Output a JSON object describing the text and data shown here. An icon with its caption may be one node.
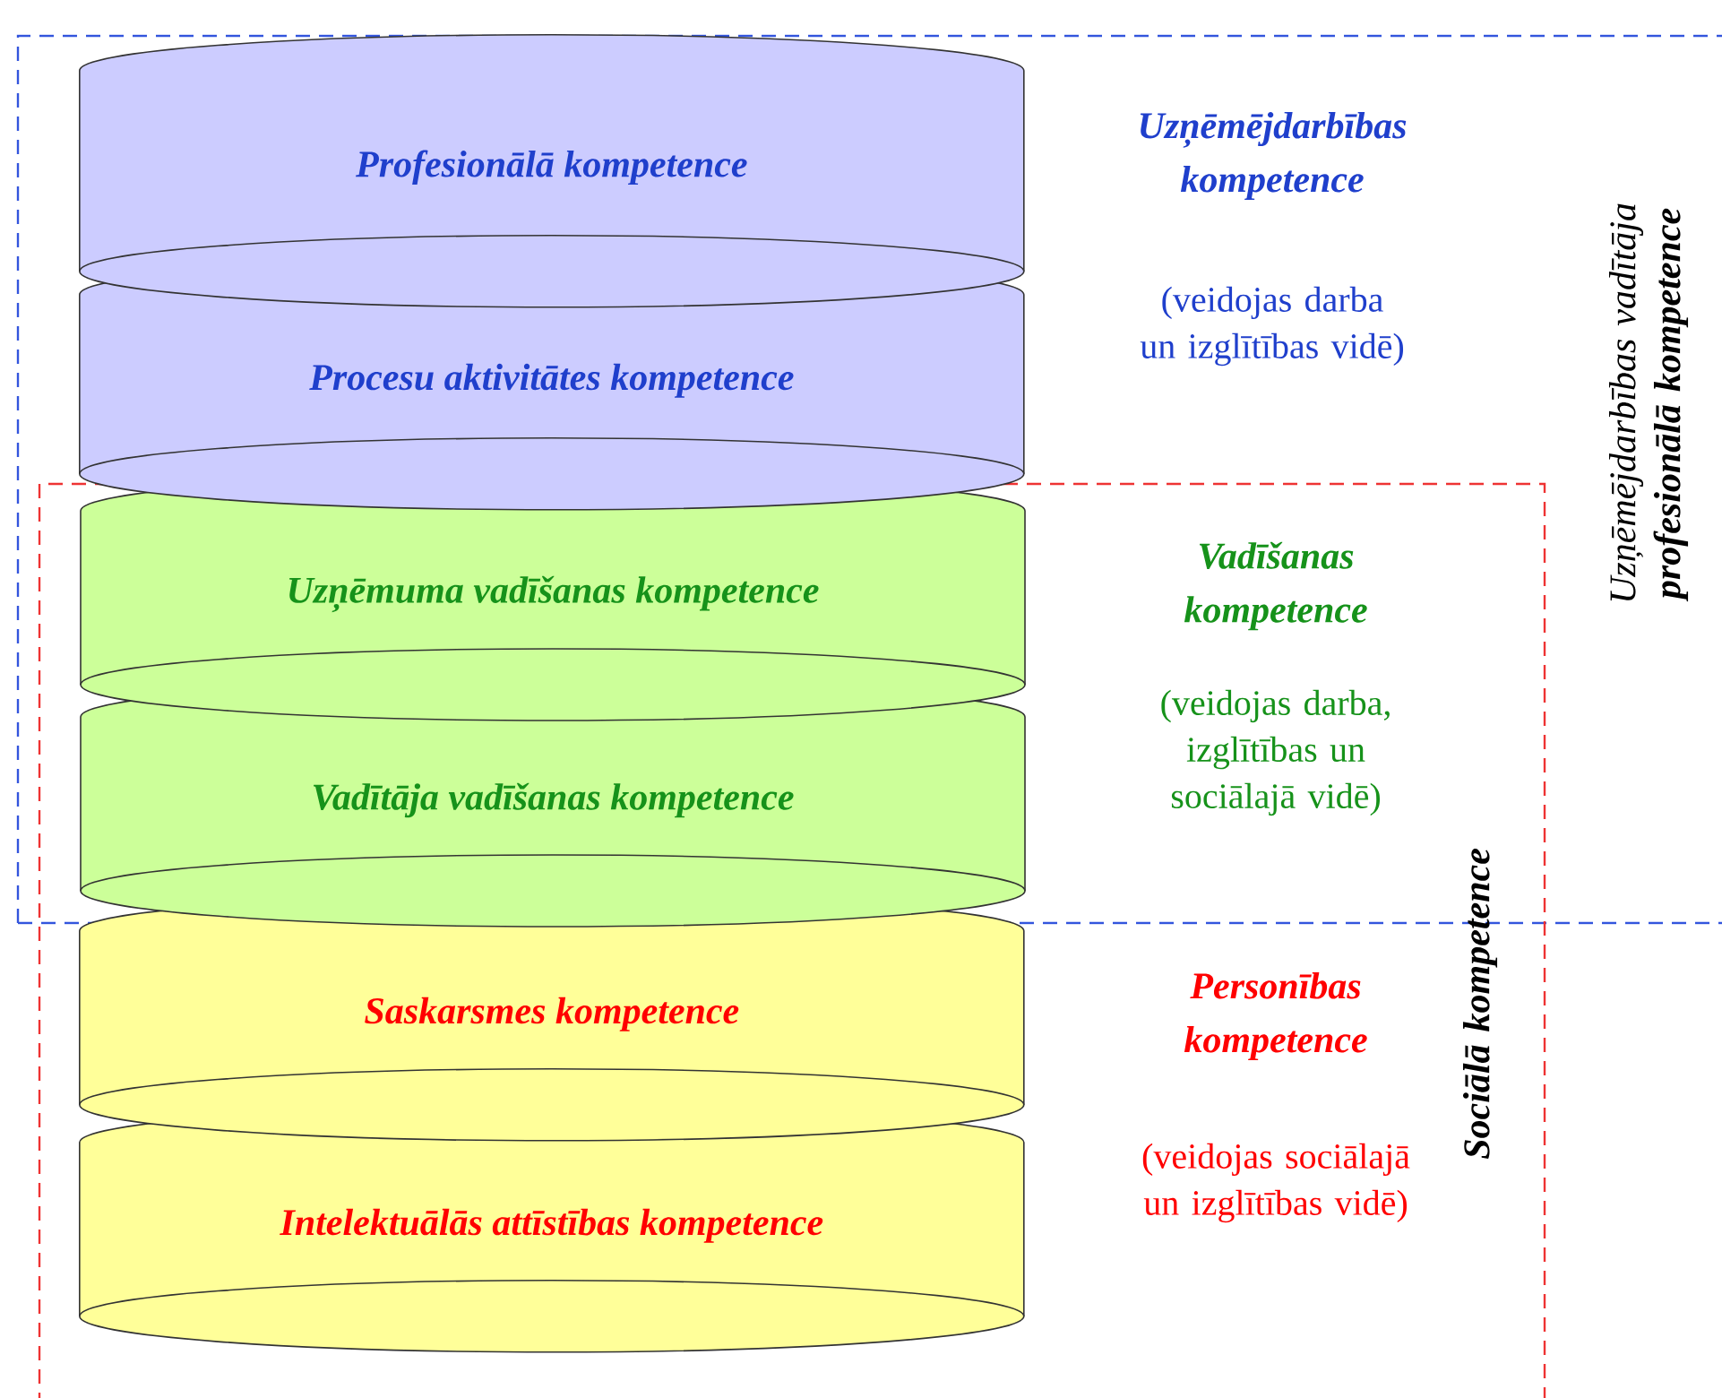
{
  "diagram": {
    "nodes": [
      {
        "text": [
          "Uzņēmējdarbības vadītāja **profesionālā kompetence**"
        ]
      },
      {
        "text": [
          "Sociālā kompetence"
        ]
      },
      {
        "text": [
          "Profesionālā kompetence"
        ],
        "in": 0
      },
      {
        "text": [
          "Procesu aktivitātes kompetence"
        ],
        "in": 0
      },
      {
        "text": [
          "Uzņēmuma vadīšanas kompetence"
        ]
      },
      {
        "text": [
          "Vadītāja vadīšanas kompetence"
        ]
      },
      {
        "text": [
          "Saskarsmes kompetence"
        ],
        "in": 1
      },
      {
        "text": [
          "Intelektuālās attīstības kompetence"
        ],
        "in": 1
      }
    ],
    "labels": [
      "Uzņēmējdarbības kompetence",
      "(veidojas darba un izglītības vidē)",
      "Vadīšanas kompetence",
      "(veidojas darba, izglītības un sociālajā vidē)",
      "Personības kompetence",
      "(veidojas sociālajā un izglītības vidē)"
    ]
  }
}
